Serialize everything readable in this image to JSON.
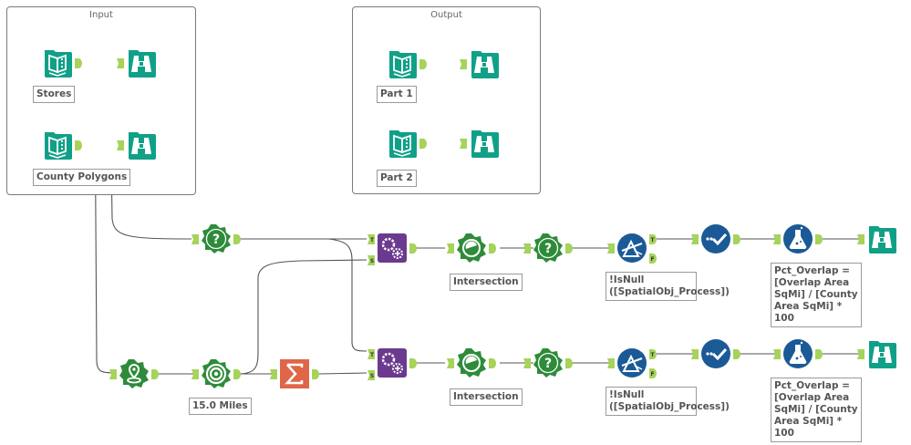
{
  "containers": {
    "input": {
      "title": "Input"
    },
    "output": {
      "title": "Output"
    }
  },
  "labels": {
    "stores": "Stores",
    "county_polygons": "County Polygons",
    "part1": "Part 1",
    "part2": "Part 2",
    "intersection_top": "Intersection",
    "intersection_bottom": "Intersection",
    "filter_top": "!IsNull ([SpatialObj_Process])",
    "filter_bottom": "!IsNull ([SpatialObj_Process])",
    "formula_top": "Pct_Overlap = [Overlap Area SqMi] / [County Area SqMi] * 100",
    "formula_bottom": "Pct_Overlap = [Overlap Area SqMi] / [County Area SqMi] * 100",
    "trade_area": "15.0 Miles"
  },
  "anchor_letters": {
    "true": "T",
    "false": "F",
    "target": "T",
    "source": "S"
  },
  "colors": {
    "teal": "#10a088",
    "green": "#2e8b3a",
    "purple": "#6b3a8e",
    "blue": "#1b5a96",
    "orange": "#e0664a",
    "anchor": "#a6d35a",
    "wire": "#555555"
  }
}
